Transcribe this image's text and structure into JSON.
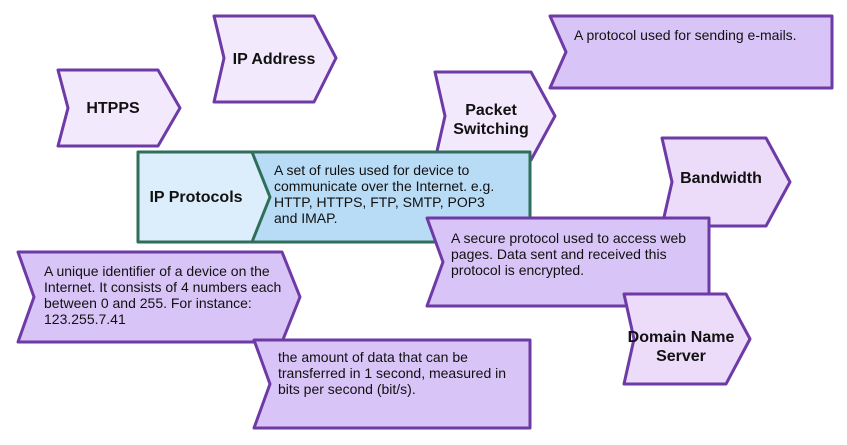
{
  "colors": {
    "term_fill_light": "#f3e9fc",
    "term_fill": "#ecdcfa",
    "def_fill": "#d9c4f7",
    "purple_border": "#6e3aa6",
    "center_term_fill": "#dceefb",
    "center_def_fill": "#b9dcf6",
    "center_border": "#2e6e5b"
  },
  "terms": {
    "htpps": "HTPPS",
    "ip_address": "IP Address",
    "packet_switching": "Packet\nSwitching",
    "bandwidth": "Bandwidth",
    "domain_name_server": "Domain Name\nServer",
    "ip_protocols": "IP Protocols"
  },
  "definitions": {
    "email_protocol": "A protocol used for sending e-mails.",
    "ip_protocols": "A set of rules used for device to communicate over the Internet. e.g. HTTP, HTTPS, FTP, SMTP, POP3 and IMAP.",
    "secure_protocol": "A secure protocol used to access web pages. Data sent and received this protocol is encrypted.",
    "unique_identifier": "A unique identifier of a device on the Internet. It consists of 4 numbers each between 0 and 255. For instance: 123.255.7.41",
    "bandwidth": "the amount of data that can be transferred in 1 second, measured in bits per second (bit/s)."
  }
}
